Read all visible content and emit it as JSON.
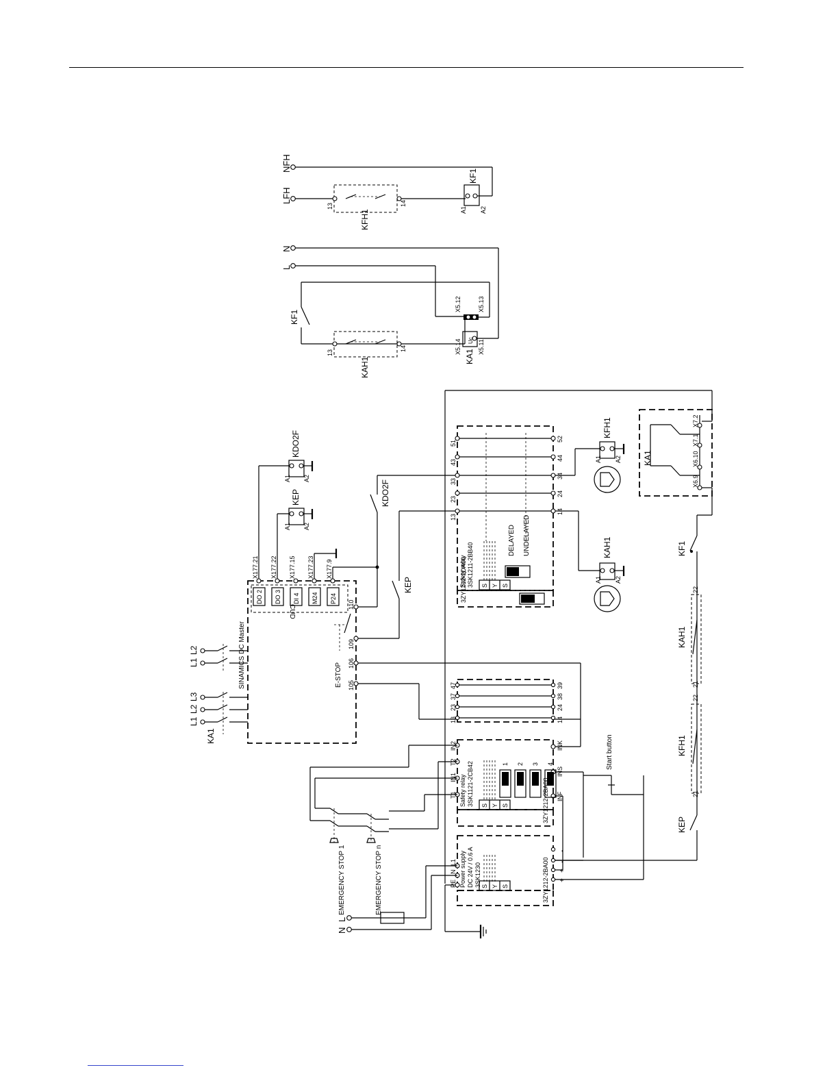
{
  "colors": {
    "line": "#000000",
    "footer_rule": "#3344cc",
    "background": "#ffffff"
  },
  "top_circuit_1": {
    "terminals": [
      "N",
      "L"
    ],
    "contactor": "KF1",
    "relay": "KAH1",
    "relay_pins": [
      "13",
      "14"
    ],
    "ka1": "KA1",
    "ka1_pins": [
      "X5.14",
      "X5.12",
      "X5.13",
      "X5.11"
    ],
    "uc_label": "Uc"
  },
  "top_circuit_2": {
    "terminals": [
      "NFH",
      "LFH"
    ],
    "relay": "KFH1",
    "relay_pins": [
      "13",
      "14"
    ],
    "coil": "KF1",
    "coil_pins": [
      "A1",
      "A2"
    ]
  },
  "drive": {
    "label": "SINAMICS DC Master",
    "cud_label": "CUD",
    "ka1": "KA1",
    "supply_phases": [
      "L1",
      "L2",
      "L3"
    ],
    "fan_phases": [
      "L1",
      "L2"
    ],
    "cud_terminals": [
      "X177.21",
      "X177.22",
      "X177.15",
      "X177.23",
      "X177.9"
    ],
    "cud_boxes": [
      "DO 2",
      "DO 3",
      "DI 4",
      "M24",
      "P24"
    ],
    "estop_label": "E-STOP",
    "estop_terminals": [
      "105",
      "106",
      "109",
      "110"
    ]
  },
  "coils": {
    "kdo2f": {
      "label": "KDO2F",
      "pins": [
        "A1",
        "A2"
      ]
    },
    "kep": {
      "label": "KEP",
      "pins": [
        "A1",
        "A2"
      ]
    },
    "kfh1": {
      "label": "KFH1",
      "pins": [
        "A1",
        "A2"
      ]
    },
    "kah1": {
      "label": "KAH1",
      "pins": [
        "A1",
        "A2"
      ]
    }
  },
  "contacts": {
    "kdo2f": "KDO2F",
    "kep": "KEP",
    "kf1": "KF1",
    "kep_bottom": "KEP"
  },
  "relay_delayed": {
    "title": "Safety relay",
    "model": "3SK1211-2BB40",
    "base": "3ZY1212-2DA00",
    "top_terminals": [
      "13",
      "23",
      "33",
      "43",
      "51"
    ],
    "bottom_terminals": [
      "14",
      "24",
      "34",
      "44",
      "52"
    ],
    "mode_labels": [
      "DELAYED",
      "UNDELAYED"
    ],
    "sys": [
      "S",
      "Y",
      "S"
    ]
  },
  "relay_ka1": {
    "label": "KA1",
    "pins": [
      "X6.9",
      "X6.10",
      "X7.1",
      "X7.2"
    ]
  },
  "contact_block": {
    "top_terminals": [
      "13",
      "23",
      "37",
      "47"
    ],
    "bottom_terminals": [
      "14",
      "24",
      "38",
      "39"
    ]
  },
  "relay_safety": {
    "title": "Safety relay",
    "model": "3SK1121-2CB42",
    "base": "3ZY1212-2BA00",
    "top_terminals": [
      "T1",
      "IN1",
      "T2",
      "IN2"
    ],
    "bottom_terminals": [
      "INF",
      "INS",
      "INK"
    ],
    "switches": [
      "1",
      "2",
      "3",
      "4"
    ],
    "sys": [
      "S",
      "Y",
      "S"
    ]
  },
  "power_supply": {
    "line1": "Power supply",
    "line2": "DC 24V / 0.6 A",
    "line3": "3SK1230",
    "base": "3ZY1212-2BA00",
    "terminals": [
      "PE",
      "N",
      "L1"
    ],
    "outputs": [
      "-",
      "-",
      "+",
      "+"
    ],
    "sys": [
      "S",
      "Y",
      "S"
    ]
  },
  "estop_buttons": [
    "EMERGENCY STOP 1",
    "EMERGENCY STOP n"
  ],
  "start_button": "Start button",
  "mains": [
    "L",
    "N"
  ],
  "bottom_chain": {
    "kah1": "KAH1",
    "kfh1": "KFH1",
    "kah1_pins": [
      "22",
      "21"
    ],
    "kfh1_pins": [
      "22",
      "21"
    ]
  }
}
